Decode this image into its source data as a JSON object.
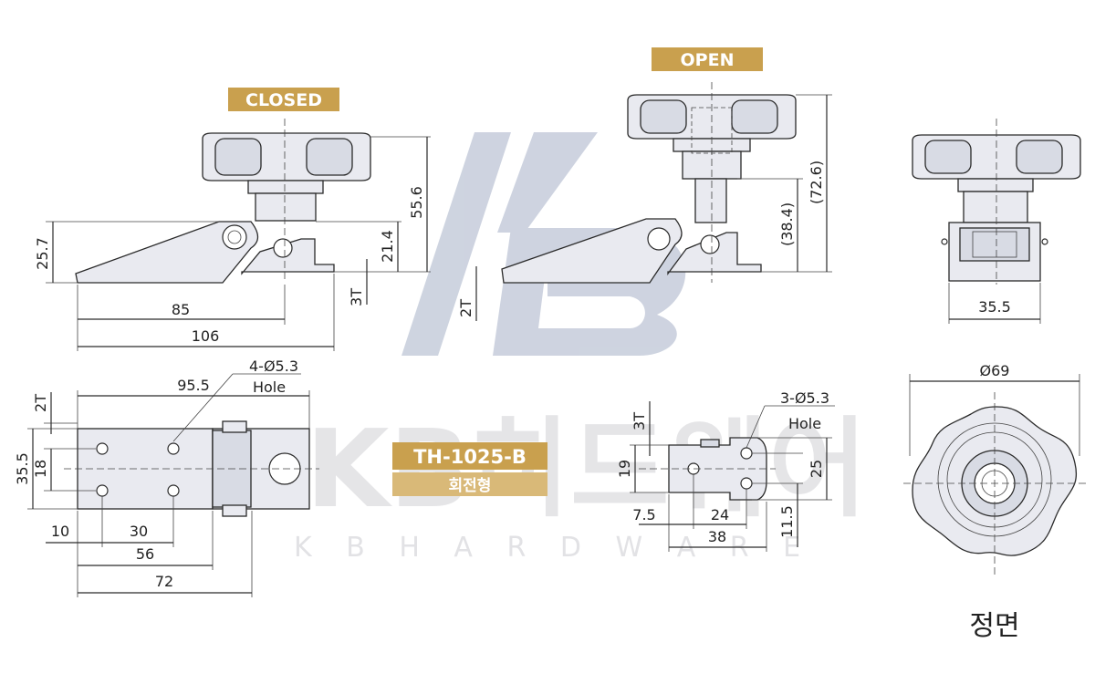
{
  "tags": {
    "closed": "CLOSED",
    "open": "OPEN",
    "model": "TH-1025-B",
    "type": "회전형"
  },
  "watermark": {
    "brand": "KB히드웨어",
    "sub": "K B  H A R D W A R E"
  },
  "dims": {
    "d25_7": "25.7",
    "d85": "85",
    "d106": "106",
    "d55_6": "55.6",
    "d21_4": "21.4",
    "d3T_a": "3T",
    "d2T_a": "2T",
    "d38_4": "(38.4)",
    "d72_6": "(72.6)",
    "d35_5_side": "35.5",
    "d4holes": "4-Ø5.3",
    "hole_a": "Hole",
    "d95_5": "95.5",
    "d2T_b": "2T",
    "d35_5_v": "35.5",
    "d18": "18",
    "d10": "10",
    "d30": "30",
    "d56": "56",
    "d72": "72",
    "d3T_b": "3T",
    "d3holes": "3-Ø5.3",
    "hole_b": "Hole",
    "d19": "19",
    "d25": "25",
    "d7_5": "7.5",
    "d24": "24",
    "d38": "38",
    "d11_5": "11.5",
    "d69": "Ø69"
  },
  "front_label": "정면",
  "colors": {
    "tag_gold": "#c9a04e",
    "watermark_blue": "#c9cfdd"
  }
}
